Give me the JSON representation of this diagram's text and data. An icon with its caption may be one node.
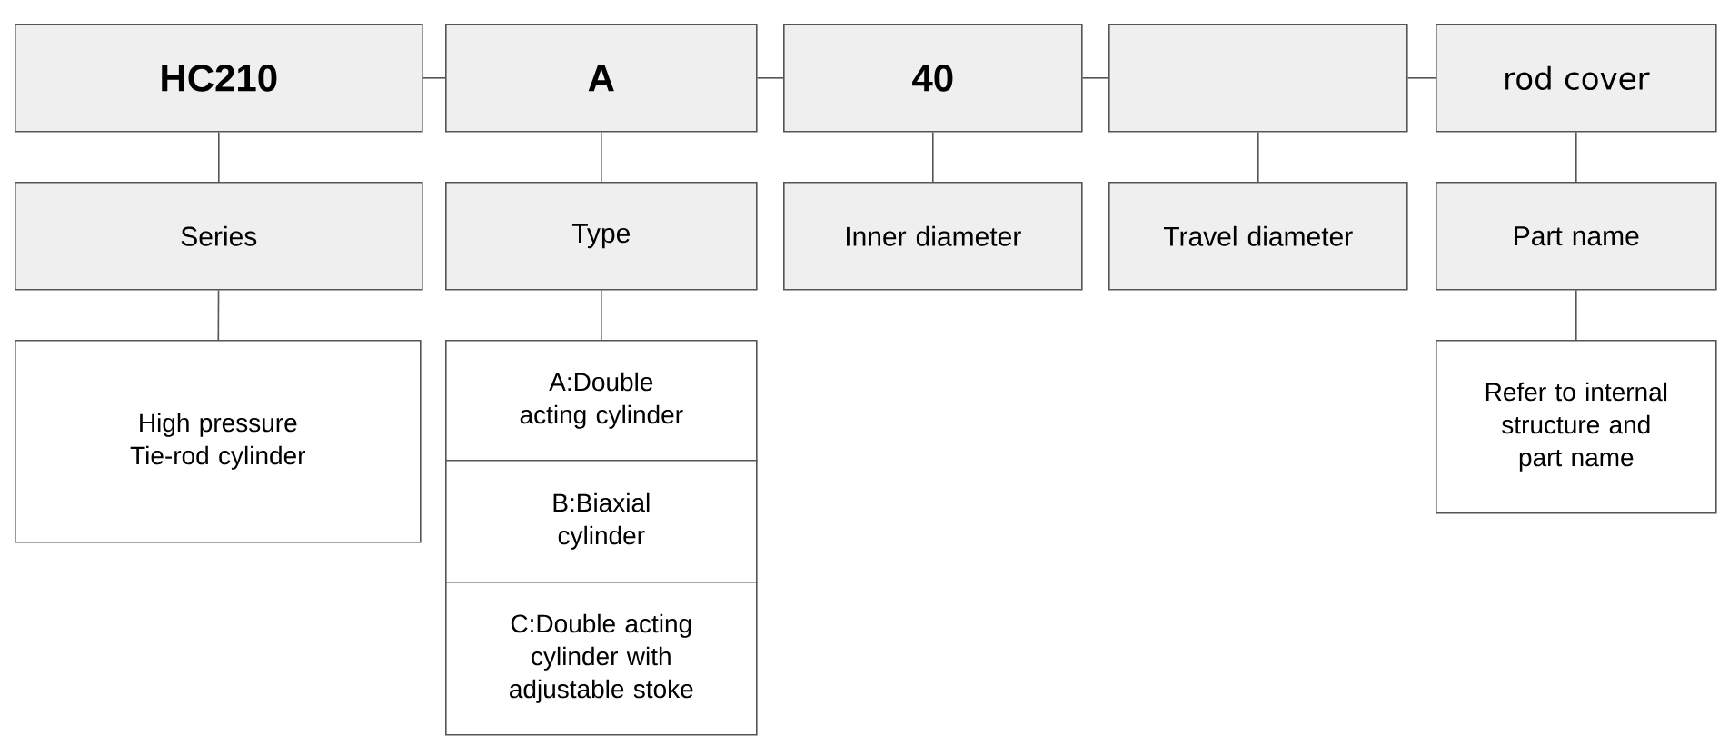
{
  "diagram": {
    "nodes": [
      {
        "text": [
          "HC210"
        ]
      },
      {
        "text": [
          "A"
        ]
      },
      {
        "text": [
          "40"
        ]
      },
      {
        "text": [],
        "shape": "box"
      },
      {
        "text": [
          "rod cover"
        ]
      },
      {
        "text": [
          "Series"
        ]
      },
      {
        "text": [
          "Type"
        ]
      },
      {
        "text": [
          "Inner diameter"
        ]
      },
      {
        "text": [
          "Travel diameter"
        ]
      },
      {
        "text": [
          "Part name"
        ]
      },
      {
        "text": [
          "High pressure Tie-rod cylinder"
        ]
      },
      {
        "text": [
          "A:Double acting cylinder"
        ]
      },
      {
        "text": [
          "B:Biaxial cylinder"
        ]
      },
      {
        "text": [
          "C:Double acting cylinder with adjustable stoke"
        ]
      },
      {
        "text": [
          "Refer to internal structure and part name"
        ]
      }
    ],
    "edges": [
      {
        "from": 0,
        "to": 1,
        "arrow": "none"
      },
      {
        "from": 1,
        "to": 2,
        "arrow": "none"
      },
      {
        "from": 2,
        "to": 3,
        "arrow": "none"
      },
      {
        "from": 3,
        "to": 4,
        "arrow": "none"
      },
      {
        "from": 0,
        "to": 5,
        "arrow": "none"
      },
      {
        "from": 1,
        "to": 6,
        "arrow": "none"
      },
      {
        "from": 2,
        "to": 7,
        "arrow": "none"
      },
      {
        "from": 3,
        "to": 8,
        "arrow": "none"
      },
      {
        "from": 4,
        "to": 9,
        "arrow": "none"
      },
      {
        "from": 5,
        "to": 10,
        "arrow": "none"
      },
      {
        "from": 6,
        "to": 11,
        "arrow": "none"
      },
      {
        "from": 9,
        "to": 14,
        "arrow": "none"
      }
    ]
  }
}
